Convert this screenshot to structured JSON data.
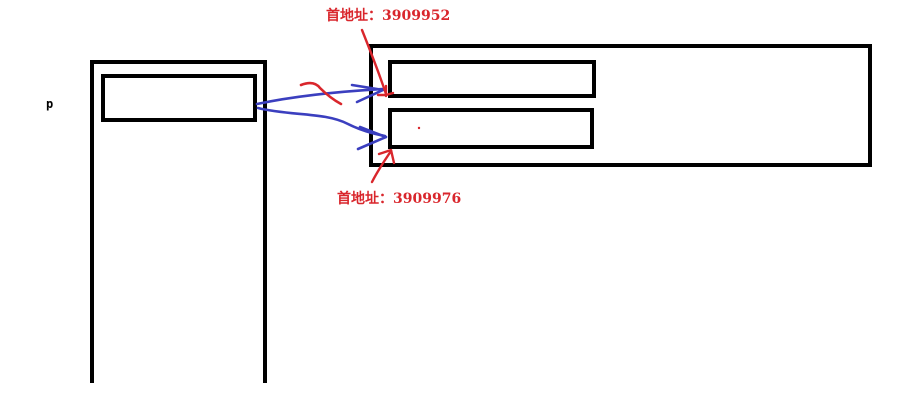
{
  "labels": {
    "pointer_var": "p",
    "first_address": "首地址：3909952",
    "second_address": "首地址：3909976"
  },
  "colors": {
    "outline": "#000000",
    "pointer_arrow": "#3b3fbf",
    "address_annotation": "#d9262c"
  }
}
